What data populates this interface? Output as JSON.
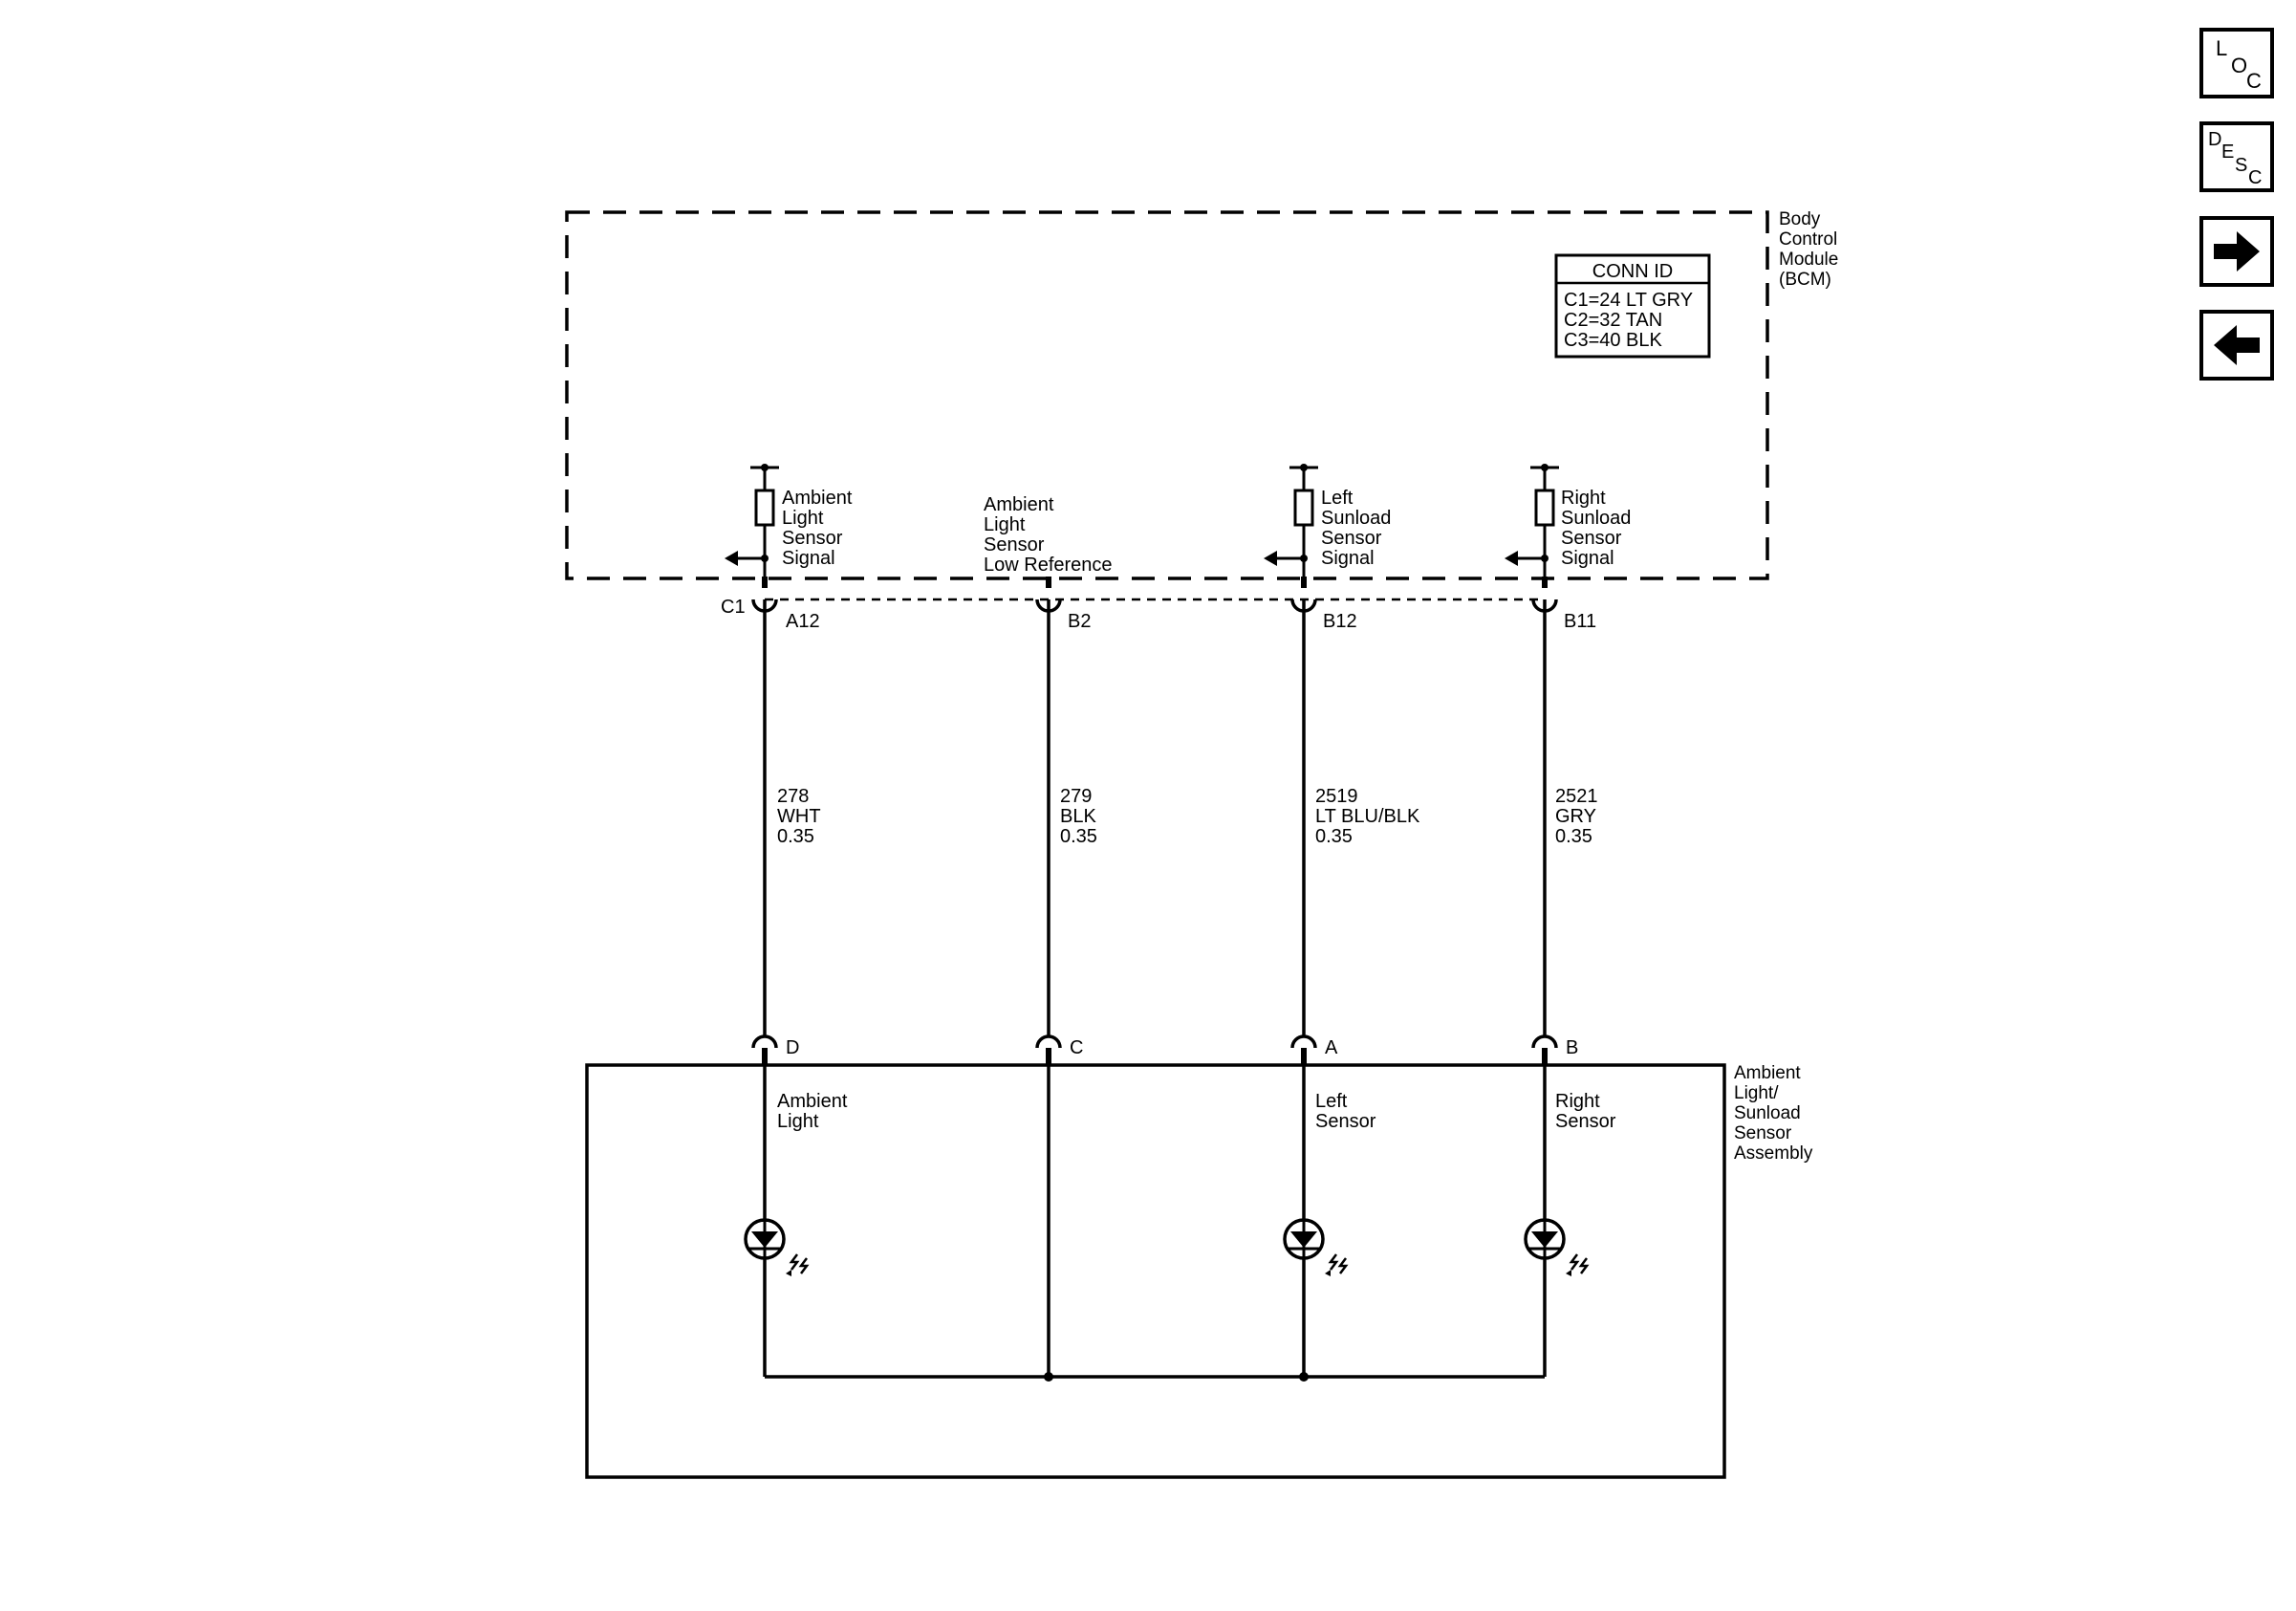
{
  "nav_buttons": [
    {
      "name": "loc-button",
      "glyph": "LOC",
      "letters": [
        "L",
        "O",
        "C"
      ],
      "icon": "loc-icon"
    },
    {
      "name": "desc-button",
      "glyph": "DESC",
      "letters": [
        "D",
        "E",
        "S",
        "C"
      ],
      "icon": "desc-icon"
    },
    {
      "name": "next-button",
      "icon": "arrow-right-icon"
    },
    {
      "name": "prev-button",
      "icon": "arrow-left-icon"
    }
  ],
  "bcm": {
    "label_lines": [
      "Body",
      "Control",
      "Module",
      "(BCM)"
    ],
    "conn_id": {
      "title": "CONN ID",
      "rows": [
        "C1=24 LT GRY",
        "C2=32 TAN",
        "C3=40 BLK"
      ]
    },
    "connector_label": "C1"
  },
  "circuits": [
    {
      "bcm_label": [
        "Ambient",
        "Light",
        "Sensor",
        "Signal"
      ],
      "pin": "A12",
      "wire": {
        "circuit": "278",
        "color": "WHT",
        "gauge": "0.35"
      },
      "sensor_pin": "D",
      "sensor_label": [
        "Ambient",
        "Light"
      ],
      "has_photodiode": true
    },
    {
      "bcm_label": [
        "Ambient",
        "Light",
        "Sensor",
        "Low Reference"
      ],
      "pin": "B2",
      "wire": {
        "circuit": "279",
        "color": "BLK",
        "gauge": "0.35"
      },
      "sensor_pin": "C",
      "sensor_label": [],
      "has_photodiode": false
    },
    {
      "bcm_label": [
        "Left",
        "Sunload",
        "Sensor",
        "Signal"
      ],
      "pin": "B12",
      "wire": {
        "circuit": "2519",
        "color": "LT BLU/BLK",
        "gauge": "0.35"
      },
      "sensor_pin": "A",
      "sensor_label": [
        "Left",
        "Sensor"
      ],
      "has_photodiode": true
    },
    {
      "bcm_label": [
        "Right",
        "Sunload",
        "Sensor",
        "Signal"
      ],
      "pin": "B11",
      "wire": {
        "circuit": "2521",
        "color": "GRY",
        "gauge": "0.35"
      },
      "sensor_pin": "B",
      "sensor_label": [
        "Right",
        "Sensor"
      ],
      "has_photodiode": true
    }
  ],
  "sensor_assembly": {
    "label_lines": [
      "Ambient",
      "Light/",
      "Sunload",
      "Sensor",
      "Assembly"
    ]
  }
}
